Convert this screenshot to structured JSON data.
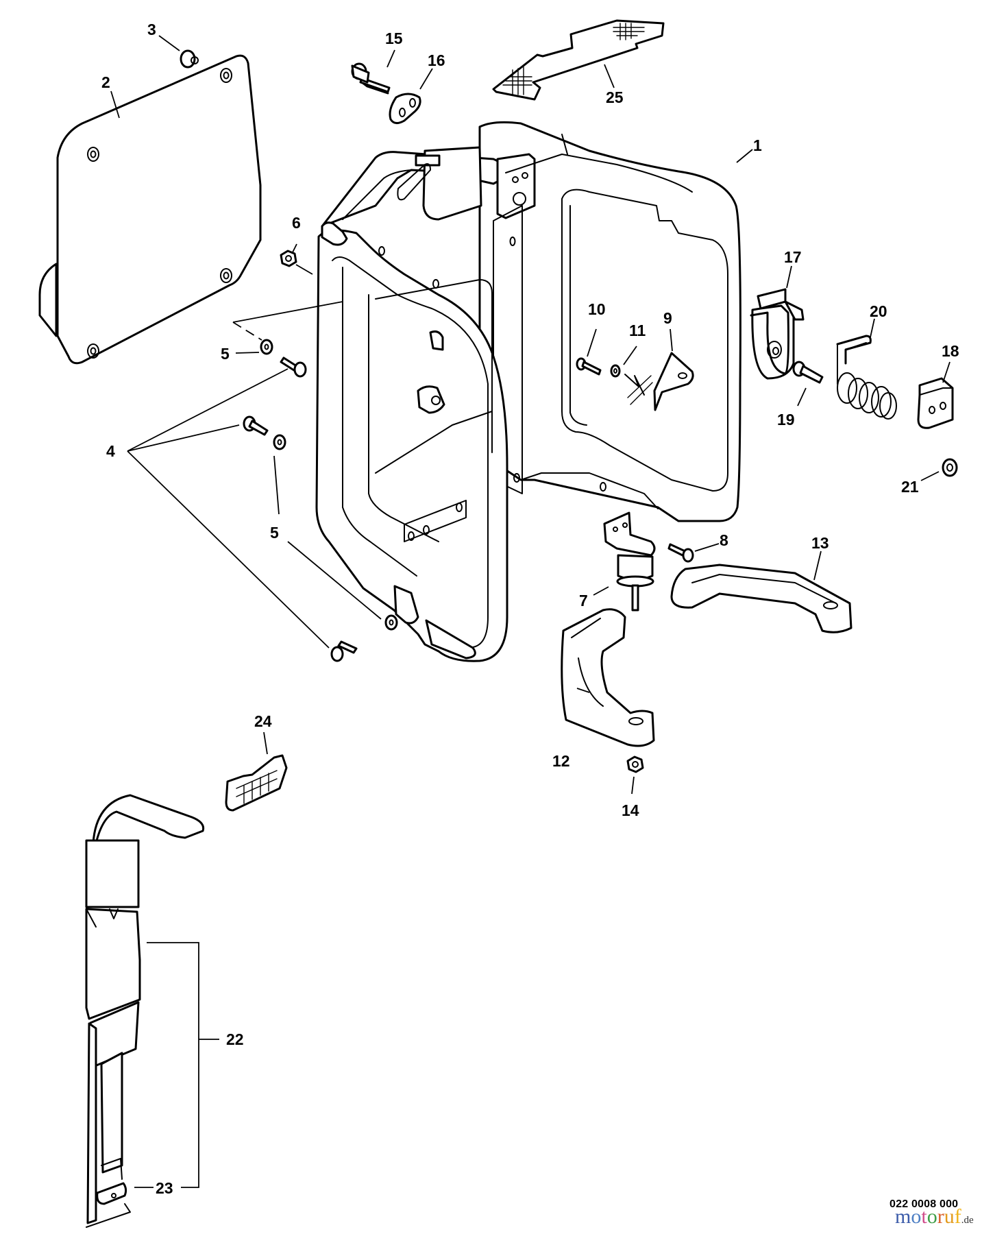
{
  "diagram": {
    "type": "exploded parts diagram",
    "document_number": "022 0008 000",
    "watermark": {
      "letters": [
        {
          "ch": "m",
          "color": "#3b5ba9"
        },
        {
          "ch": "o",
          "color": "#4d7fc4"
        },
        {
          "ch": "t",
          "color": "#d04a8a"
        },
        {
          "ch": "o",
          "color": "#3f9e47"
        },
        {
          "ch": "r",
          "color": "#d9602a"
        },
        {
          "ch": "u",
          "color": "#e39a1c"
        },
        {
          "ch": "f",
          "color": "#f0b41c"
        }
      ],
      "tld": ".de"
    },
    "callouts": [
      {
        "id": "1",
        "label": "1",
        "part": "frame"
      },
      {
        "id": "2",
        "label": "2",
        "part": "back-plate"
      },
      {
        "id": "3",
        "label": "3",
        "part": "plug"
      },
      {
        "id": "4",
        "label": "4",
        "part": "screw"
      },
      {
        "id": "5a",
        "label": "5",
        "part": "washer"
      },
      {
        "id": "5b",
        "label": "5",
        "part": "washer"
      },
      {
        "id": "6",
        "label": "6",
        "part": "nut"
      },
      {
        "id": "7",
        "label": "7",
        "part": "vibration-mount"
      },
      {
        "id": "8",
        "label": "8",
        "part": "screw"
      },
      {
        "id": "9",
        "label": "9",
        "part": "bracket"
      },
      {
        "id": "10",
        "label": "10",
        "part": "screw"
      },
      {
        "id": "11",
        "label": "11",
        "part": "washer"
      },
      {
        "id": "12",
        "label": "12",
        "part": "handle-lower"
      },
      {
        "id": "13",
        "label": "13",
        "part": "handle-upper"
      },
      {
        "id": "14",
        "label": "14",
        "part": "nut"
      },
      {
        "id": "15",
        "label": "15",
        "part": "screw"
      },
      {
        "id": "16",
        "label": "16",
        "part": "plate"
      },
      {
        "id": "17",
        "label": "17",
        "part": "clip"
      },
      {
        "id": "18",
        "label": "18",
        "part": "holder"
      },
      {
        "id": "19",
        "label": "19",
        "part": "screw"
      },
      {
        "id": "20",
        "label": "20",
        "part": "spring"
      },
      {
        "id": "21",
        "label": "21",
        "part": "washer"
      },
      {
        "id": "22",
        "label": "22",
        "part": "strap-assembly"
      },
      {
        "id": "23",
        "label": "23",
        "part": "buckle"
      },
      {
        "id": "24",
        "label": "24",
        "part": "strap-adjuster"
      },
      {
        "id": "25",
        "label": "25",
        "part": "pad"
      }
    ]
  }
}
